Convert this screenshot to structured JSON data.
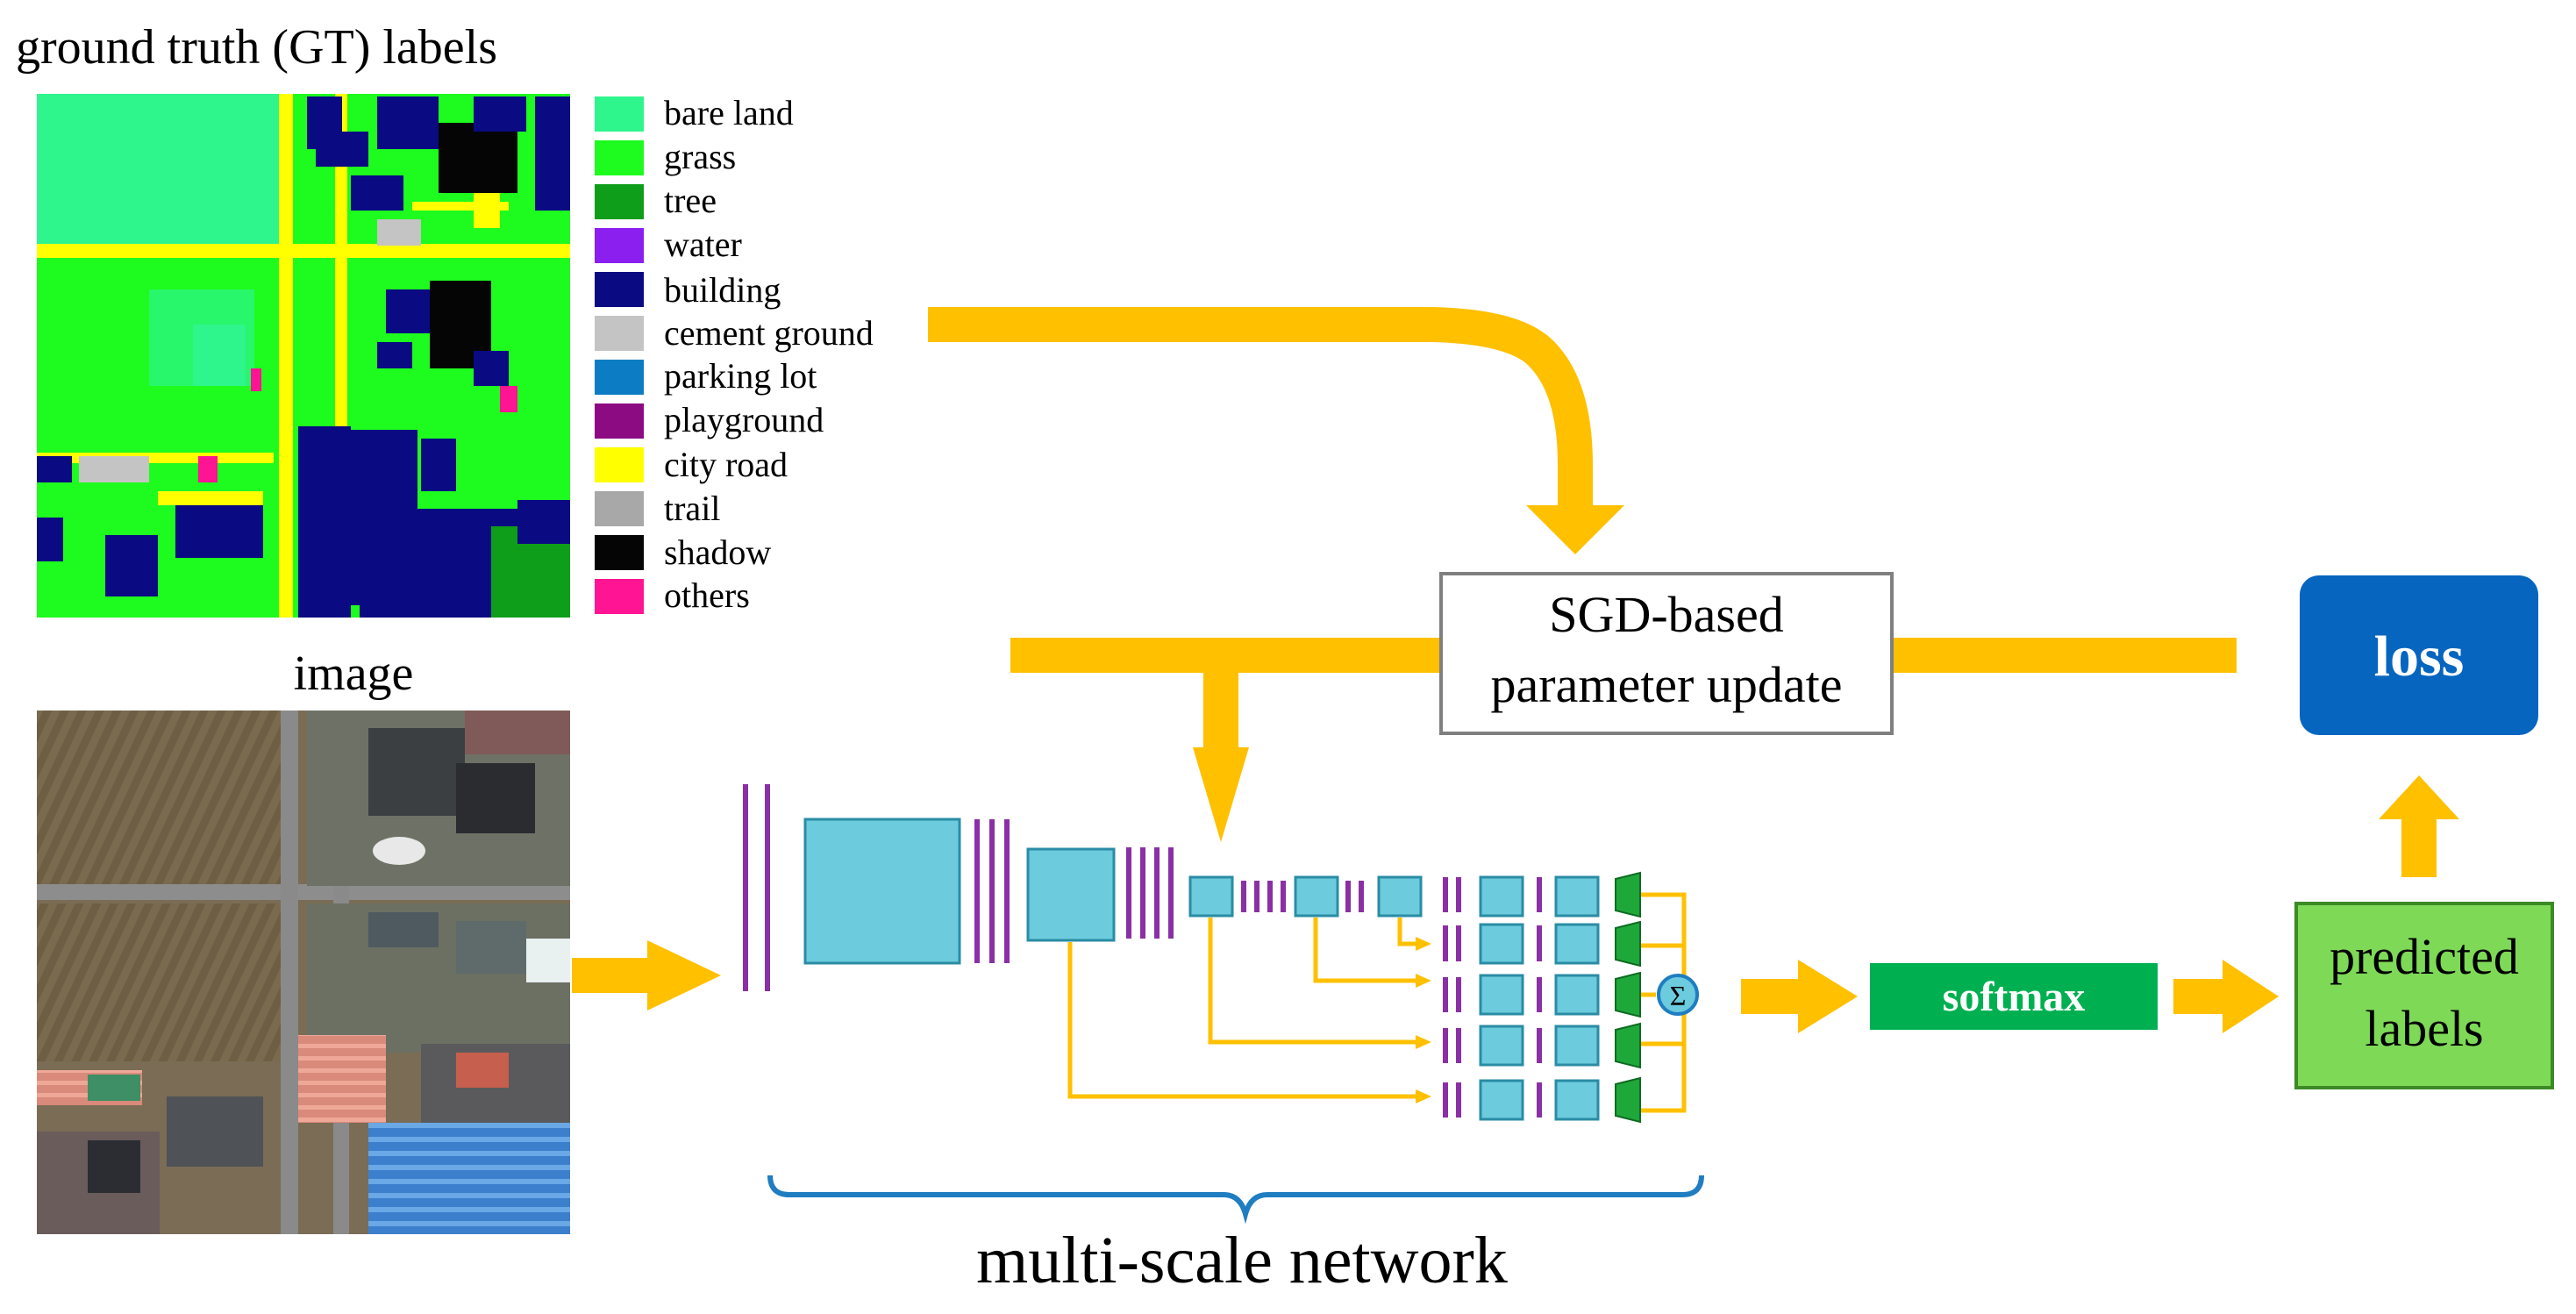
{
  "gt_title": "ground truth (GT) labels",
  "image_title": "image",
  "legend": [
    {
      "label": "bare land",
      "color": "#2EF58C"
    },
    {
      "label": "grass",
      "color": "#1EFB1E"
    },
    {
      "label": "tree",
      "color": "#0E9E1A"
    },
    {
      "label": "water",
      "color": "#8A1FF0"
    },
    {
      "label": "building",
      "color": "#0A0A82"
    },
    {
      "label": "cement ground",
      "color": "#C4C4C4"
    },
    {
      "label": "parking lot",
      "color": "#0C7DC4"
    },
    {
      "label": "playground",
      "color": "#8C0A82"
    },
    {
      "label": "city road",
      "color": "#FFFF00"
    },
    {
      "label": "trail",
      "color": "#A8A8A8"
    },
    {
      "label": "shadow",
      "color": "#050505"
    },
    {
      "label": "others",
      "color": "#FF1493"
    }
  ],
  "sgd_box": {
    "line1": "SGD-based",
    "line2": "parameter update"
  },
  "loss_label": "loss",
  "softmax_label": "softmax",
  "predicted": {
    "line1": "predicted",
    "line2": "labels"
  },
  "sum_symbol": "Σ",
  "network_label": "multi-scale network",
  "colors": {
    "arrow": "#FFC000",
    "loss_box": "#0565BF",
    "softmax_box": "#00B050",
    "predicted_box": "#7ED957",
    "feature_block": "#6CCBDC",
    "feature_border": "#2A8CA5",
    "separator": "#8B2FA5",
    "brace": "#1F7DC1",
    "trapezoid": "#1FA83A"
  }
}
